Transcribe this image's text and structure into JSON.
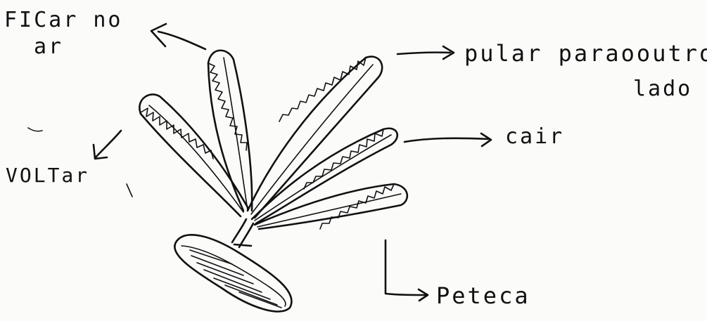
{
  "labels": {
    "ficar_line1": "FICar no",
    "ficar_line2": "ar",
    "pular_line1": "pular paraooutro",
    "pular_line2": "lado",
    "cair": "cair",
    "voltar": "VOLTar",
    "peteca": "Peteca"
  }
}
